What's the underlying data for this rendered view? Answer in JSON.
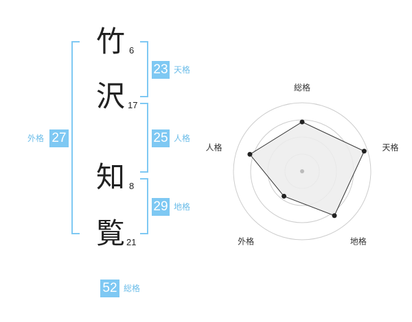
{
  "name": [
    {
      "char": "竹",
      "strokes": "6"
    },
    {
      "char": "沢",
      "strokes": "17"
    },
    {
      "char": "知",
      "strokes": "8"
    },
    {
      "char": "覧",
      "strokes": "21"
    }
  ],
  "fortune": {
    "tenkaku": {
      "value": "23",
      "label": "天格"
    },
    "jinkaku": {
      "value": "25",
      "label": "人格"
    },
    "chikaku": {
      "value": "29",
      "label": "地格"
    },
    "gaikaku": {
      "value": "27",
      "label": "外格"
    },
    "soukaku": {
      "value": "52",
      "label": "総格"
    }
  },
  "colors": {
    "accent": "#7ec8f3",
    "label": "#6cbde9",
    "grid": "#cccccc",
    "fill": "#ececec"
  },
  "chart_data": {
    "type": "radar",
    "axes": [
      "総格",
      "天格",
      "地格",
      "外格",
      "人格"
    ],
    "values": [
      0.72,
      0.95,
      0.8,
      0.45,
      0.8
    ],
    "max": 1,
    "rings": 4
  }
}
